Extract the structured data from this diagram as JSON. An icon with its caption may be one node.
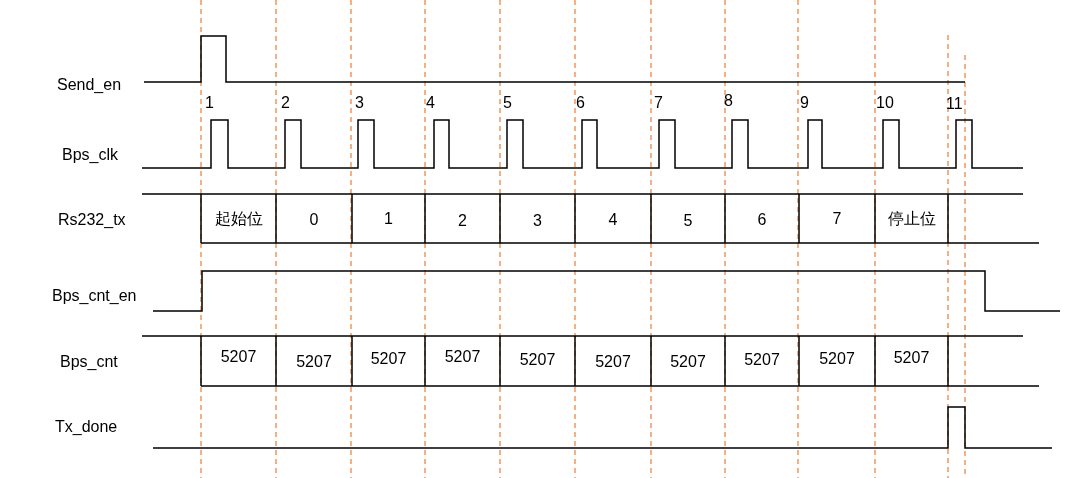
{
  "diagram": {
    "labels": [
      "Send_en",
      "1",
      "2",
      "3",
      "4",
      "5",
      "6",
      "7",
      "8",
      "9",
      "10",
      "11",
      "Bps_clk",
      "Rs232_tx",
      "起始位",
      "0",
      "1",
      "2",
      "3",
      "4",
      "5",
      "6",
      "7",
      "停止位",
      "Bps_cnt_en",
      "Bps_cnt",
      "5207",
      "5207",
      "5207",
      "5207",
      "5207",
      "5207",
      "5207",
      "5207",
      "5207",
      "5207",
      "Tx_done"
    ]
  }
}
